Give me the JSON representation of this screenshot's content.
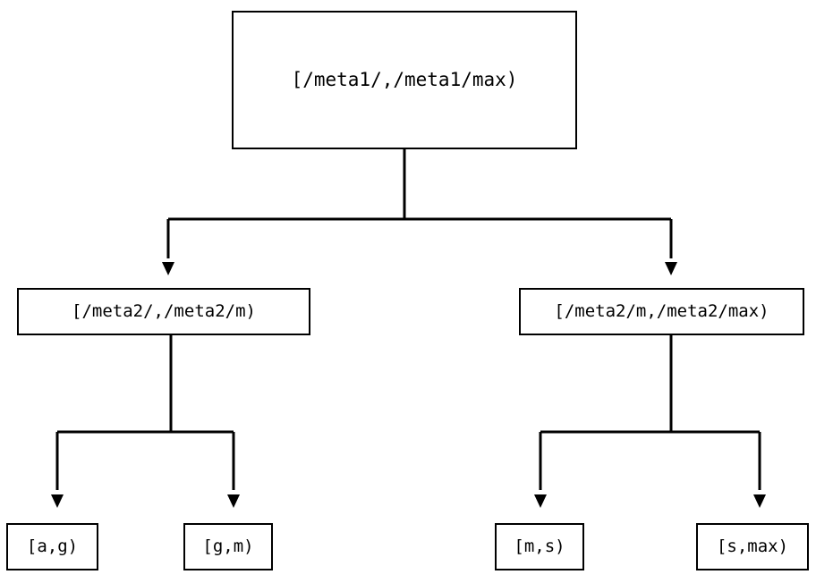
{
  "diagram": {
    "type": "tree",
    "title": "",
    "background_color": "#ffffff",
    "line_color": "#000000",
    "text_color": "#000000",
    "nodes": {
      "root": {
        "label": "[/meta1/,/meta1/max)"
      },
      "mid_left": {
        "label": "[/meta2/,/meta2/m)"
      },
      "mid_right": {
        "label": "[/meta2/m,/meta2/max)"
      },
      "leaf_1": {
        "label": "[a,g)"
      },
      "leaf_2": {
        "label": "[g,m)"
      },
      "leaf_3": {
        "label": "[m,s)"
      },
      "leaf_4": {
        "label": "[s,max)"
      }
    },
    "edges": [
      {
        "from": "root",
        "to": "mid_left",
        "arrow": "filled-triangle-down"
      },
      {
        "from": "root",
        "to": "mid_right",
        "arrow": "filled-triangle-down"
      },
      {
        "from": "mid_left",
        "to": "leaf_1",
        "arrow": "filled-triangle-down"
      },
      {
        "from": "mid_left",
        "to": "leaf_2",
        "arrow": "filled-triangle-down"
      },
      {
        "from": "mid_right",
        "to": "leaf_3",
        "arrow": "filled-triangle-down"
      },
      {
        "from": "mid_right",
        "to": "leaf_4",
        "arrow": "filled-triangle-down"
      }
    ]
  }
}
